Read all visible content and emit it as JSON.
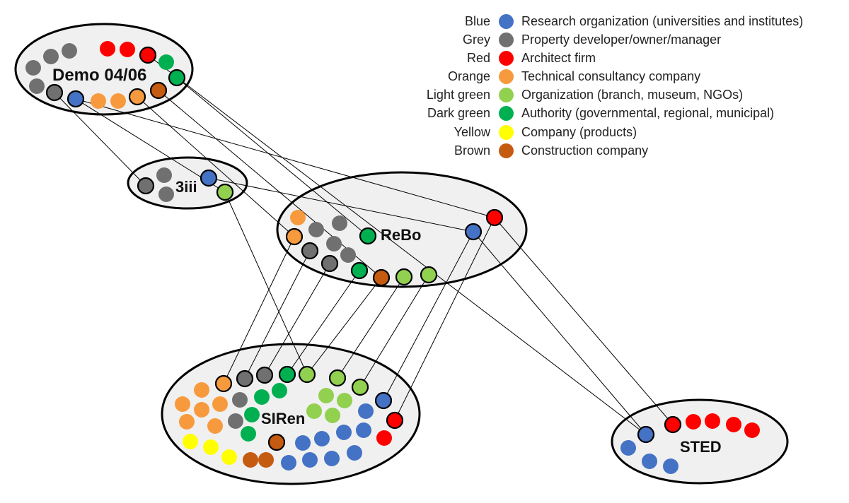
{
  "legend": [
    {
      "name": "Blue",
      "description": "Research organization (universities and institutes)",
      "color": "#4472C4"
    },
    {
      "name": "Grey",
      "description": "Property developer/owner/manager",
      "color": "#707070"
    },
    {
      "name": "Red",
      "description": "Architect firm",
      "color": "#FF0000"
    },
    {
      "name": "Orange",
      "description": "Technical consultancy company",
      "color": "#F79A3E"
    },
    {
      "name": "Light green",
      "description": "Organization (branch, museum, NGOs)",
      "color": "#92D050"
    },
    {
      "name": "Dark green",
      "description": "Authority (governmental, regional, municipal)",
      "color": "#00B050"
    },
    {
      "name": "Yellow",
      "description": "Company (products)",
      "color": "#FFFF00"
    },
    {
      "name": "Brown",
      "description": "Construction company",
      "color": "#C55A11"
    }
  ],
  "clusters": {
    "demo": "Demo 04/06",
    "three": "3iii",
    "rebo": "ReBo",
    "siren": "SIRen",
    "sted": "STED"
  }
}
